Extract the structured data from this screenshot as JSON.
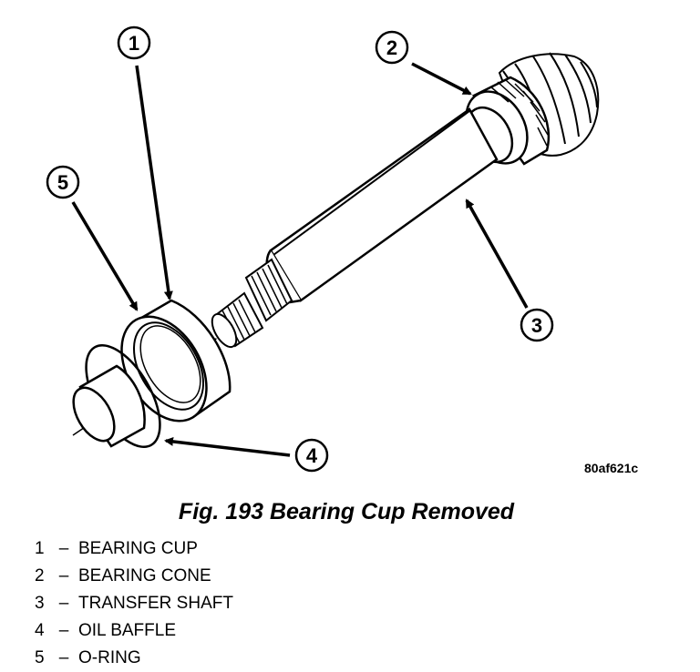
{
  "figure": {
    "callouts": [
      "1",
      "2",
      "3",
      "4",
      "5"
    ],
    "reference_code": "80af621c"
  },
  "caption": "Fig. 193 Bearing Cup Removed",
  "legend": [
    {
      "num": "1",
      "sep": "–",
      "label": "BEARING CUP"
    },
    {
      "num": "2",
      "sep": "–",
      "label": "BEARING CONE"
    },
    {
      "num": "3",
      "sep": "–",
      "label": "TRANSFER SHAFT"
    },
    {
      "num": "4",
      "sep": "–",
      "label": "OIL BAFFLE"
    },
    {
      "num": "5",
      "sep": "–",
      "label": "O-RING"
    }
  ]
}
